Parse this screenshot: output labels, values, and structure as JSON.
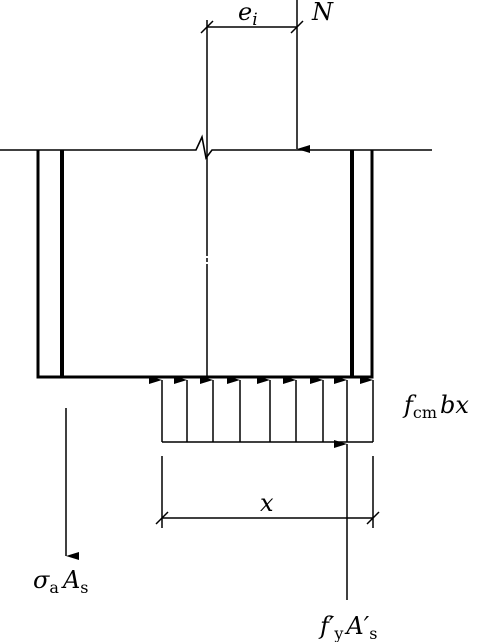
{
  "labels": {
    "eccentricity": {
      "main": "e",
      "sub": "i"
    },
    "axial_force": {
      "main": "N"
    },
    "concrete_force": {
      "f": "f",
      "f_sub": "cm",
      "rest": "bx"
    },
    "compression_depth": {
      "main": "x"
    },
    "tension_steel_force": {
      "sigma": "σ",
      "sigma_sub": "a",
      "A": "A",
      "A_sub": "s"
    },
    "compression_steel_force": {
      "f": "f",
      "f_prime": "′",
      "f_sub": "y",
      "A": "A",
      "A_prime": "′",
      "A_sub": "s"
    }
  },
  "colors": {
    "stroke": "#000000",
    "background": "#ffffff"
  }
}
